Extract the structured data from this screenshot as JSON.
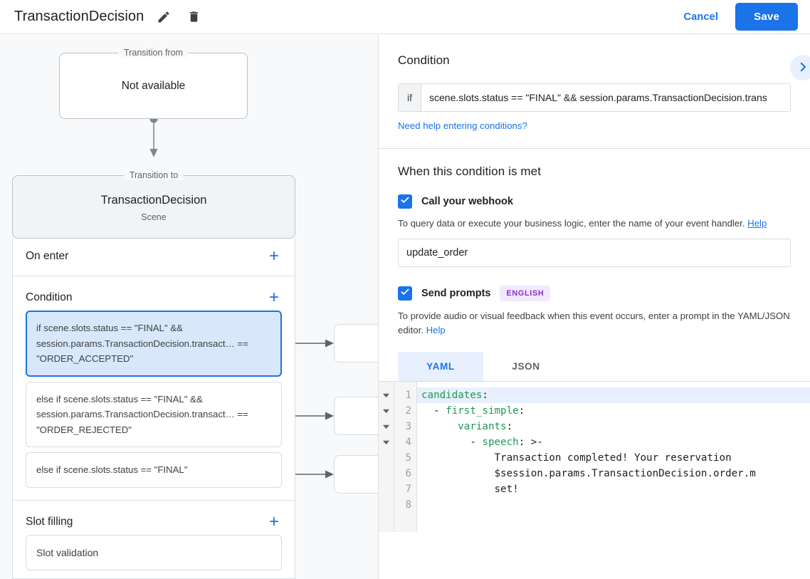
{
  "topbar": {
    "title": "TransactionDecision",
    "edit_icon": "pencil-icon",
    "delete_icon": "trash-icon",
    "cancel_label": "Cancel",
    "save_label": "Save"
  },
  "canvas": {
    "transition_from": {
      "legend": "Transition from",
      "value": "Not available"
    },
    "transition_to": {
      "legend": "Transition to",
      "title": "TransactionDecision",
      "subtitle": "Scene"
    },
    "sections": [
      {
        "title": "On enter",
        "add_label": "+"
      },
      {
        "title": "Condition",
        "add_label": "+"
      },
      {
        "title": "Slot filling",
        "add_label": "+"
      }
    ],
    "conditions": [
      {
        "text": "if scene.slots.status == \"FINAL\" && session.params.TransactionDecision.transact… == \"ORDER_ACCEPTED\"",
        "selected": true
      },
      {
        "text": "else if scene.slots.status == \"FINAL\" && session.params.TransactionDecision.transact… == \"ORDER_REJECTED\"",
        "selected": false
      },
      {
        "text": "else if scene.slots.status == \"FINAL\"",
        "selected": false
      }
    ],
    "slot_filling": [
      {
        "text": "Slot validation"
      }
    ]
  },
  "panel": {
    "condition_heading": "Condition",
    "expand_icon": "chevron-right-icon",
    "if_label": "if",
    "condition_value": "scene.slots.status == \"FINAL\" && session.params.TransactionDecision.trans",
    "condition_placeholder": "Enter a condition",
    "help_conditions_link": "Need help entering conditions?",
    "when_met_heading": "When this condition is met",
    "webhook": {
      "checked": true,
      "label": "Call your webhook",
      "description": "To query data or execute your business logic, enter the name of your event handler.",
      "help_label": "Help",
      "handler_value": "update_order",
      "handler_placeholder": "Enter event handler name"
    },
    "prompts": {
      "checked": true,
      "label": "Send prompts",
      "language_badge": "ENGLISH",
      "description": "To provide audio or visual feedback when this event occurs, enter a prompt in the YAML/JSON editor.",
      "help_label": "Help",
      "tabs": [
        {
          "label": "YAML",
          "active": true
        },
        {
          "label": "JSON",
          "active": false
        }
      ]
    },
    "editor": {
      "line_numbers": [
        "1",
        "2",
        "3",
        "4",
        "5",
        "6",
        "7",
        "8"
      ],
      "fold_rows": [
        1,
        2,
        3,
        4
      ],
      "lines": [
        {
          "n": 1,
          "highlight": true,
          "key": "candidates",
          "indent": "",
          "rest": ":"
        },
        {
          "n": 2,
          "highlight": false,
          "key": "first_simple",
          "indent": "  - ",
          "rest": ":"
        },
        {
          "n": 3,
          "highlight": false,
          "key": "variants",
          "indent": "      ",
          "rest": ":"
        },
        {
          "n": 4,
          "highlight": false,
          "key": "speech",
          "indent": "        - ",
          "rest": ": >-"
        },
        {
          "n": 5,
          "highlight": false,
          "key": "",
          "indent": "            ",
          "rest": "Transaction completed! Your reservation"
        },
        {
          "n": 6,
          "highlight": false,
          "key": "",
          "indent": "            ",
          "rest": "$session.params.TransactionDecision.order.m"
        },
        {
          "n": 7,
          "highlight": false,
          "key": "",
          "indent": "            ",
          "rest": "set!"
        },
        {
          "n": 8,
          "highlight": false,
          "key": "",
          "indent": "",
          "rest": ""
        }
      ]
    }
  },
  "colors": {
    "accent": "#1a73e8",
    "selected_condition_bg": "#d9e7fb",
    "canvas_bg": "#f8f9fa",
    "badge_bg": "#f3e8fd",
    "badge_fg": "#8430ce",
    "yaml_key": "#1a9b52",
    "line_highlight": "#e8f0fe"
  }
}
